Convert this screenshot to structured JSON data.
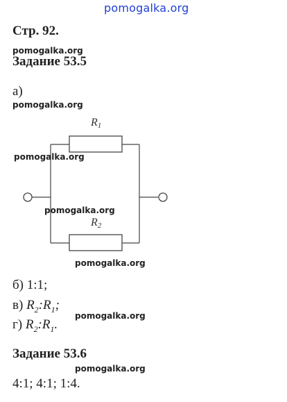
{
  "watermark": "pomogalka.org",
  "page_heading": "Стр. 92.",
  "task1": {
    "title": "Задание 53.5",
    "part_a_label": "а)",
    "circuit": {
      "resistor_top_label": "R",
      "resistor_top_sub": "1",
      "resistor_bottom_label": "R",
      "resistor_bottom_sub": "2"
    },
    "answer_b": {
      "prefix": "б) ",
      "text": "1:1;"
    },
    "answer_v": {
      "prefix": "в) ",
      "r_a": "R",
      "sub_a": "2",
      "sep": ":",
      "r_b": "R",
      "sub_b": "1",
      "end": ";"
    },
    "answer_g": {
      "prefix": "г) ",
      "r_a": "R",
      "sub_a": "2",
      "sep": ":",
      "r_b": "R",
      "sub_b": "1",
      "end": "."
    }
  },
  "task2": {
    "title": "Задание 53.6",
    "answer": "4:1; 4:1; 1:4."
  }
}
